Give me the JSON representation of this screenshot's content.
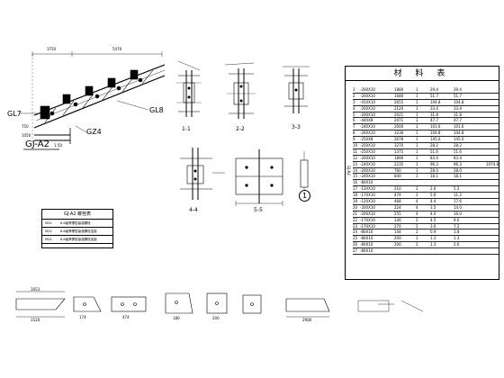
{
  "main_elevation": {
    "top_dims": [
      "3750",
      "5470"
    ],
    "left_dims": [
      "750",
      "1050"
    ],
    "member_gl8": "GL8",
    "member_gl7": "GL7",
    "member_gz4": "GZ4",
    "title": "GJ-A2",
    "scale": "1:50"
  },
  "sections": {
    "s1": "1-1",
    "s2": "2-2",
    "s3": "3-3",
    "s4": "4-4",
    "s5": "5-5",
    "callout": "1"
  },
  "material_table": {
    "title": "材 料 表",
    "side_label": "GJ-A2",
    "total_weight": "1074.8",
    "rows": [
      {
        "no": "1",
        "spec": "-200X10",
        "len": "1880",
        "qty": "1",
        "w1": "29.4",
        "w2": "29.4"
      },
      {
        "no": "2",
        "spec": "-200X10",
        "len": "1680",
        "qty": "1",
        "w1": "51.7",
        "w2": "51.7"
      },
      {
        "no": "3",
        "spec": "-410X10",
        "len": "2655",
        "qty": "1",
        "w1": "104.8",
        "w2": "104.8"
      },
      {
        "no": "4",
        "spec": "-200X10",
        "len": "2120",
        "qty": "1",
        "w1": "33.4",
        "w2": "33.4"
      },
      {
        "no": "5",
        "spec": "-200X10",
        "len": "2021",
        "qty": "1",
        "w1": "31.8",
        "w2": "31.8"
      },
      {
        "no": "6",
        "spec": "-440X8",
        "len": "2071",
        "qty": "1",
        "w1": "47.7",
        "w2": "47.7"
      },
      {
        "no": "7",
        "spec": "-240X10",
        "len": "2000",
        "qty": "1",
        "w1": "101.6",
        "w2": "101.6"
      },
      {
        "no": "8",
        "spec": "-260X10",
        "len": "3236",
        "qty": "1",
        "w1": "104.8",
        "w2": "104.8"
      },
      {
        "no": "9",
        "spec": "-250X8",
        "len": "2678",
        "qty": "1",
        "w1": "145.0",
        "w2": "145.0"
      },
      {
        "no": "10",
        "spec": "-250X10",
        "len": "3270",
        "qty": "1",
        "w1": "28.2",
        "w2": "28.2"
      },
      {
        "no": "11",
        "spec": "-250X10",
        "len": "1375",
        "qty": "1",
        "w1": "51.6",
        "w2": "51.6"
      },
      {
        "no": "12",
        "spec": "-200X10",
        "len": "1890",
        "qty": "1",
        "w1": "83.4",
        "w2": "83.4"
      },
      {
        "no": "13",
        "spec": "-240X10",
        "len": "2235",
        "qty": "1",
        "w1": "96.3",
        "w2": "96.3"
      },
      {
        "no": "14",
        "spec": "-200X10",
        "len": "760",
        "qty": "1",
        "w1": "28.0",
        "w2": "28.0"
      },
      {
        "no": "15",
        "spec": "-240X10",
        "len": "840",
        "qty": "1",
        "w1": "18.1",
        "w2": "18.1"
      },
      {
        "no": "16",
        "spec": "-80X10",
        "len": "",
        "qty": "",
        "w1": "",
        "w2": ""
      },
      {
        "no": "17",
        "spec": "-120X10",
        "len": "210",
        "qty": "2",
        "w1": "2.6",
        "w2": "5.2"
      },
      {
        "no": "18",
        "spec": "-170X10",
        "len": "474",
        "qty": "2",
        "w1": "5.6",
        "w2": "11.2"
      },
      {
        "no": "19",
        "spec": "-120X10",
        "len": "468",
        "qty": "4",
        "w1": "4.4",
        "w2": "17.6"
      },
      {
        "no": "20",
        "spec": "-200X10",
        "len": "224",
        "qty": "4",
        "w1": "3.5",
        "w2": "14.0"
      },
      {
        "no": "21",
        "spec": "-200X10",
        "len": "255",
        "qty": "4",
        "w1": "4.0",
        "w2": "16.0"
      },
      {
        "no": "22",
        "spec": "-170X10",
        "len": "336",
        "qty": "2",
        "w1": "4.5",
        "w2": "9.0"
      },
      {
        "no": "23",
        "spec": "-170X10",
        "len": "270",
        "qty": "2",
        "w1": "3.6",
        "w2": "7.2"
      },
      {
        "no": "24",
        "spec": "-80X10",
        "len": "144",
        "qty": "2",
        "w1": "0.9",
        "w2": "1.8"
      },
      {
        "no": "25",
        "spec": "-80X10",
        "len": "200",
        "qty": "1",
        "w1": "1.3",
        "w2": "1.3"
      },
      {
        "no": "26",
        "spec": "-80X10",
        "len": "200",
        "qty": "2",
        "w1": "1.3",
        "w2": "2.6"
      },
      {
        "no": "27",
        "spec": "-80X10",
        "len": "",
        "qty": "",
        "w1": "",
        "w2": ""
      }
    ]
  },
  "bolt_table": {
    "title": "GJ-A2 螺栓表",
    "rows": [
      {
        "id": "M24",
        "desc": "8.8级摩擦型高强螺栓"
      },
      {
        "id": "M24",
        "desc": "8.8级摩擦型高强螺栓连接"
      },
      {
        "id": "M24",
        "desc": "8.8级摩擦型高强螺栓连接"
      }
    ]
  },
  "part_details": {
    "d1_dims": [
      "1653",
      "1520"
    ],
    "d2_dims": [
      "174"
    ],
    "d3_dims": [
      "474"
    ],
    "d4_dims": [
      "180"
    ],
    "d5_dims": [
      "200"
    ],
    "d6_dims": [
      "2900"
    ]
  }
}
